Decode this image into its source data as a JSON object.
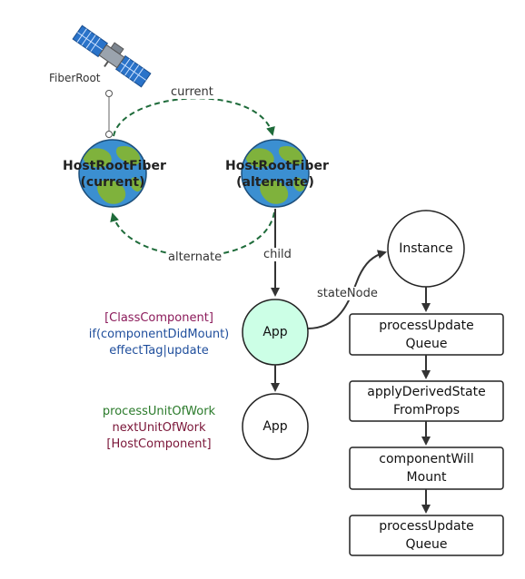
{
  "root": {
    "fiber_root_label": "FiberRoot"
  },
  "host_fibers": [
    {
      "line1": "HostRootFiber",
      "line2": "(current)"
    },
    {
      "line1": "HostRootFiber",
      "line2": "(alternate)"
    }
  ],
  "edges": {
    "current": "current",
    "alternate": "alternate",
    "child": "child",
    "state_node": "stateNode"
  },
  "nodes": {
    "app_class": "App",
    "app_host": "App",
    "instance": "Instance"
  },
  "annotations": {
    "class_component": {
      "line1": "[ClassComponent]",
      "line2": "if(componentDidMount)",
      "line3": "effectTag|update"
    },
    "host_component": {
      "line1": "processUnitOfWork",
      "line2": "nextUnitOfWork",
      "line3": "[HostComponent]"
    }
  },
  "lifecycle_steps": [
    {
      "line1": "processUpdate",
      "line2": "Queue"
    },
    {
      "line1": "applyDerivedState",
      "line2": "FromProps"
    },
    {
      "line1": "componentWill",
      "line2": "Mount"
    },
    {
      "line1": "processUpdate",
      "line2": "Queue"
    }
  ],
  "colors": {
    "app_fill": "#ccffe6",
    "dashed_edge": "#1e6b3a",
    "annotation_purple": "#8b1a5a",
    "annotation_blue": "#1f4e9c",
    "annotation_green": "#2a7a2a",
    "annotation_maroon": "#7a1538",
    "globe_ocean": "#3b8fd1",
    "globe_land": "#7fb23c"
  }
}
